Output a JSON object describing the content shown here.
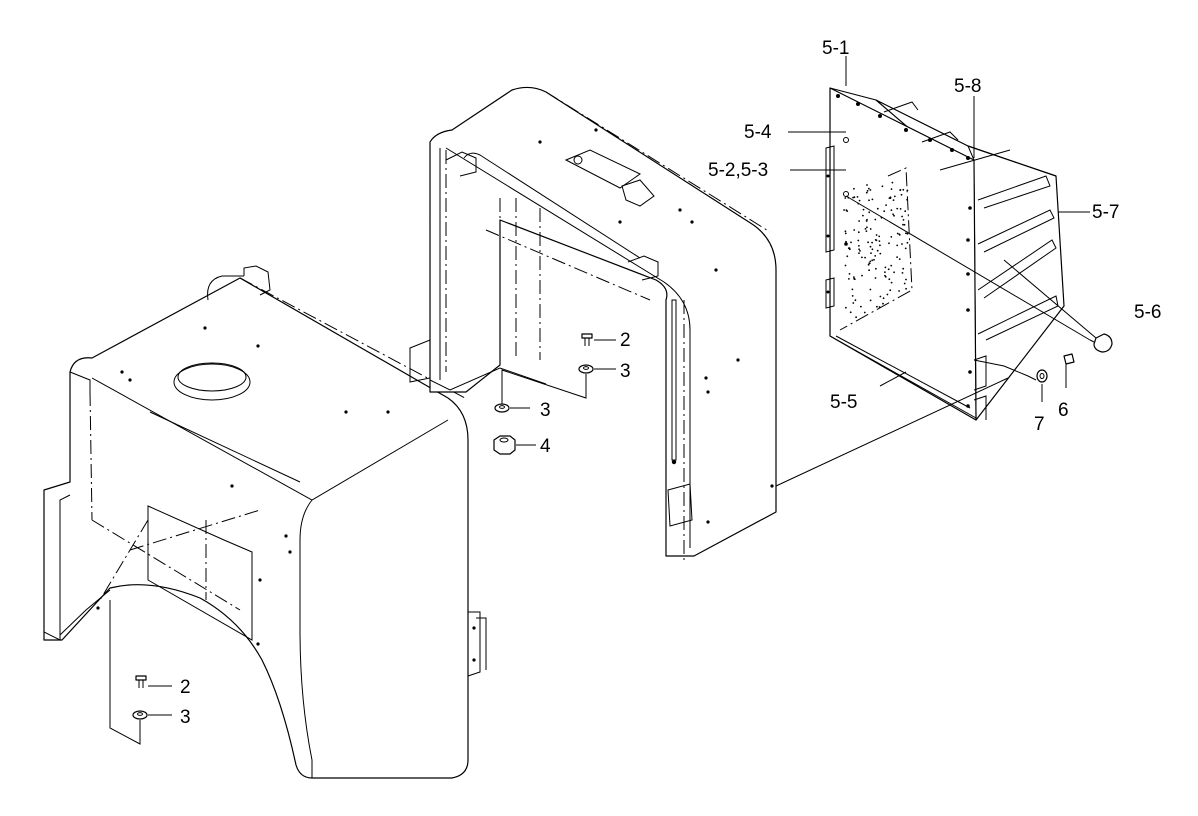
{
  "callouts": {
    "part_5_1": "5-1",
    "part_5_8": "5-8",
    "part_5_4": "5-4",
    "part_5_2_5_3": "5-2,5-3",
    "part_5_7": "5-7",
    "part_5_6": "5-6",
    "part_5_5": "5-5",
    "part_7": "7",
    "part_6": "6",
    "part_2_upper": "2",
    "part_3_upper_right": "3",
    "part_3_upper_left": "3",
    "part_4": "4",
    "part_2_lower": "2",
    "part_3_lower": "3"
  },
  "colors": {
    "line": "#000000",
    "background": "#ffffff"
  }
}
